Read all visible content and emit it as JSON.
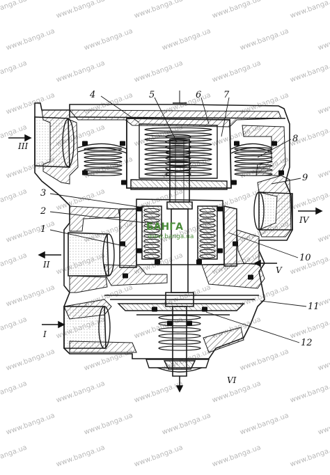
{
  "part_labels": [
    "1",
    "2",
    "3",
    "4",
    "5",
    "6",
    "7",
    "8",
    "9",
    "10",
    "11",
    "12"
  ],
  "port_labels": [
    "I",
    "II",
    "III",
    "IV",
    "V",
    "VI"
  ],
  "watermark_text": "www.banga.ua",
  "logo_text": "БАНГА",
  "logo_url": "www.banga.ua",
  "colors": {
    "ink": "#1a1a1a",
    "hatch": "#444444",
    "watermark": "#b9b9b9",
    "logo": "#4b8c3a"
  }
}
